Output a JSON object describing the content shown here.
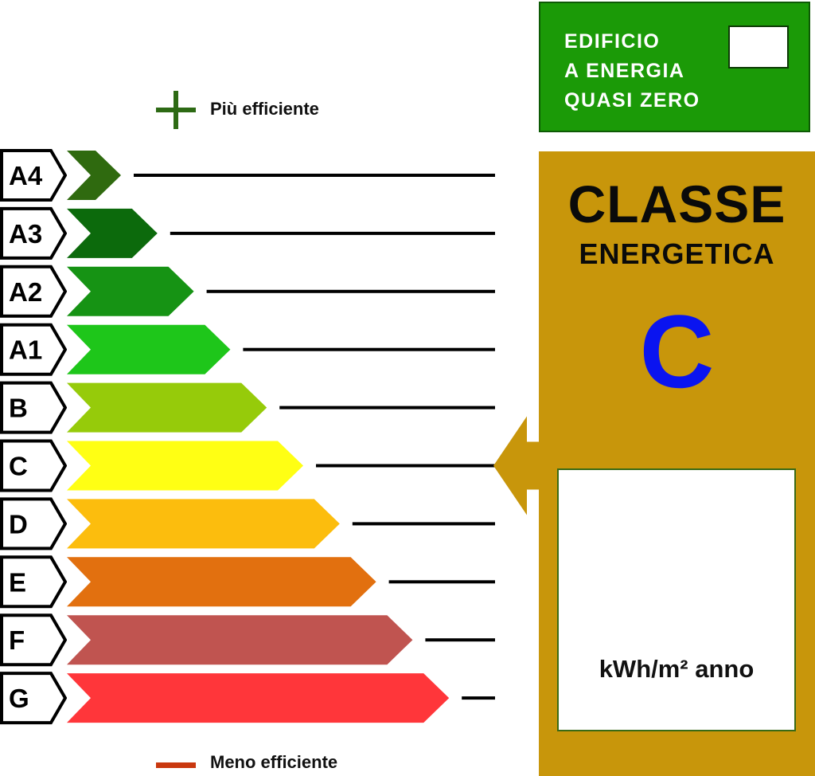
{
  "legend": {
    "more_efficient": "Più efficiente",
    "less_efficient": "Meno efficiente",
    "plus_color": "#2d6a14",
    "minus_color": "#c9380f"
  },
  "nzeb": {
    "lines": [
      "EDIFICIO",
      "A ENERGIA",
      "QUASI ZERO"
    ],
    "checked": false
  },
  "classes": [
    {
      "label": "A4",
      "color": "#2f6a0f"
    },
    {
      "label": "A3",
      "color": "#0c6a0c"
    },
    {
      "label": "A2",
      "color": "#169314"
    },
    {
      "label": "A1",
      "color": "#1ec61a"
    },
    {
      "label": "B",
      "color": "#96cb0a"
    },
    {
      "label": "C",
      "color": "#ffff14"
    },
    {
      "label": "D",
      "color": "#fcbd0d"
    },
    {
      "label": "E",
      "color": "#e2700f"
    },
    {
      "label": "F",
      "color": "#c05450"
    },
    {
      "label": "G",
      "color": "#ff363a"
    }
  ],
  "current_class": {
    "title": "CLASSE",
    "subtitle": "ENERGETICA",
    "letter": "C",
    "letter_color": "#0a14f0",
    "panel_color": "#c8960b",
    "unit": "kWh/m² anno"
  }
}
